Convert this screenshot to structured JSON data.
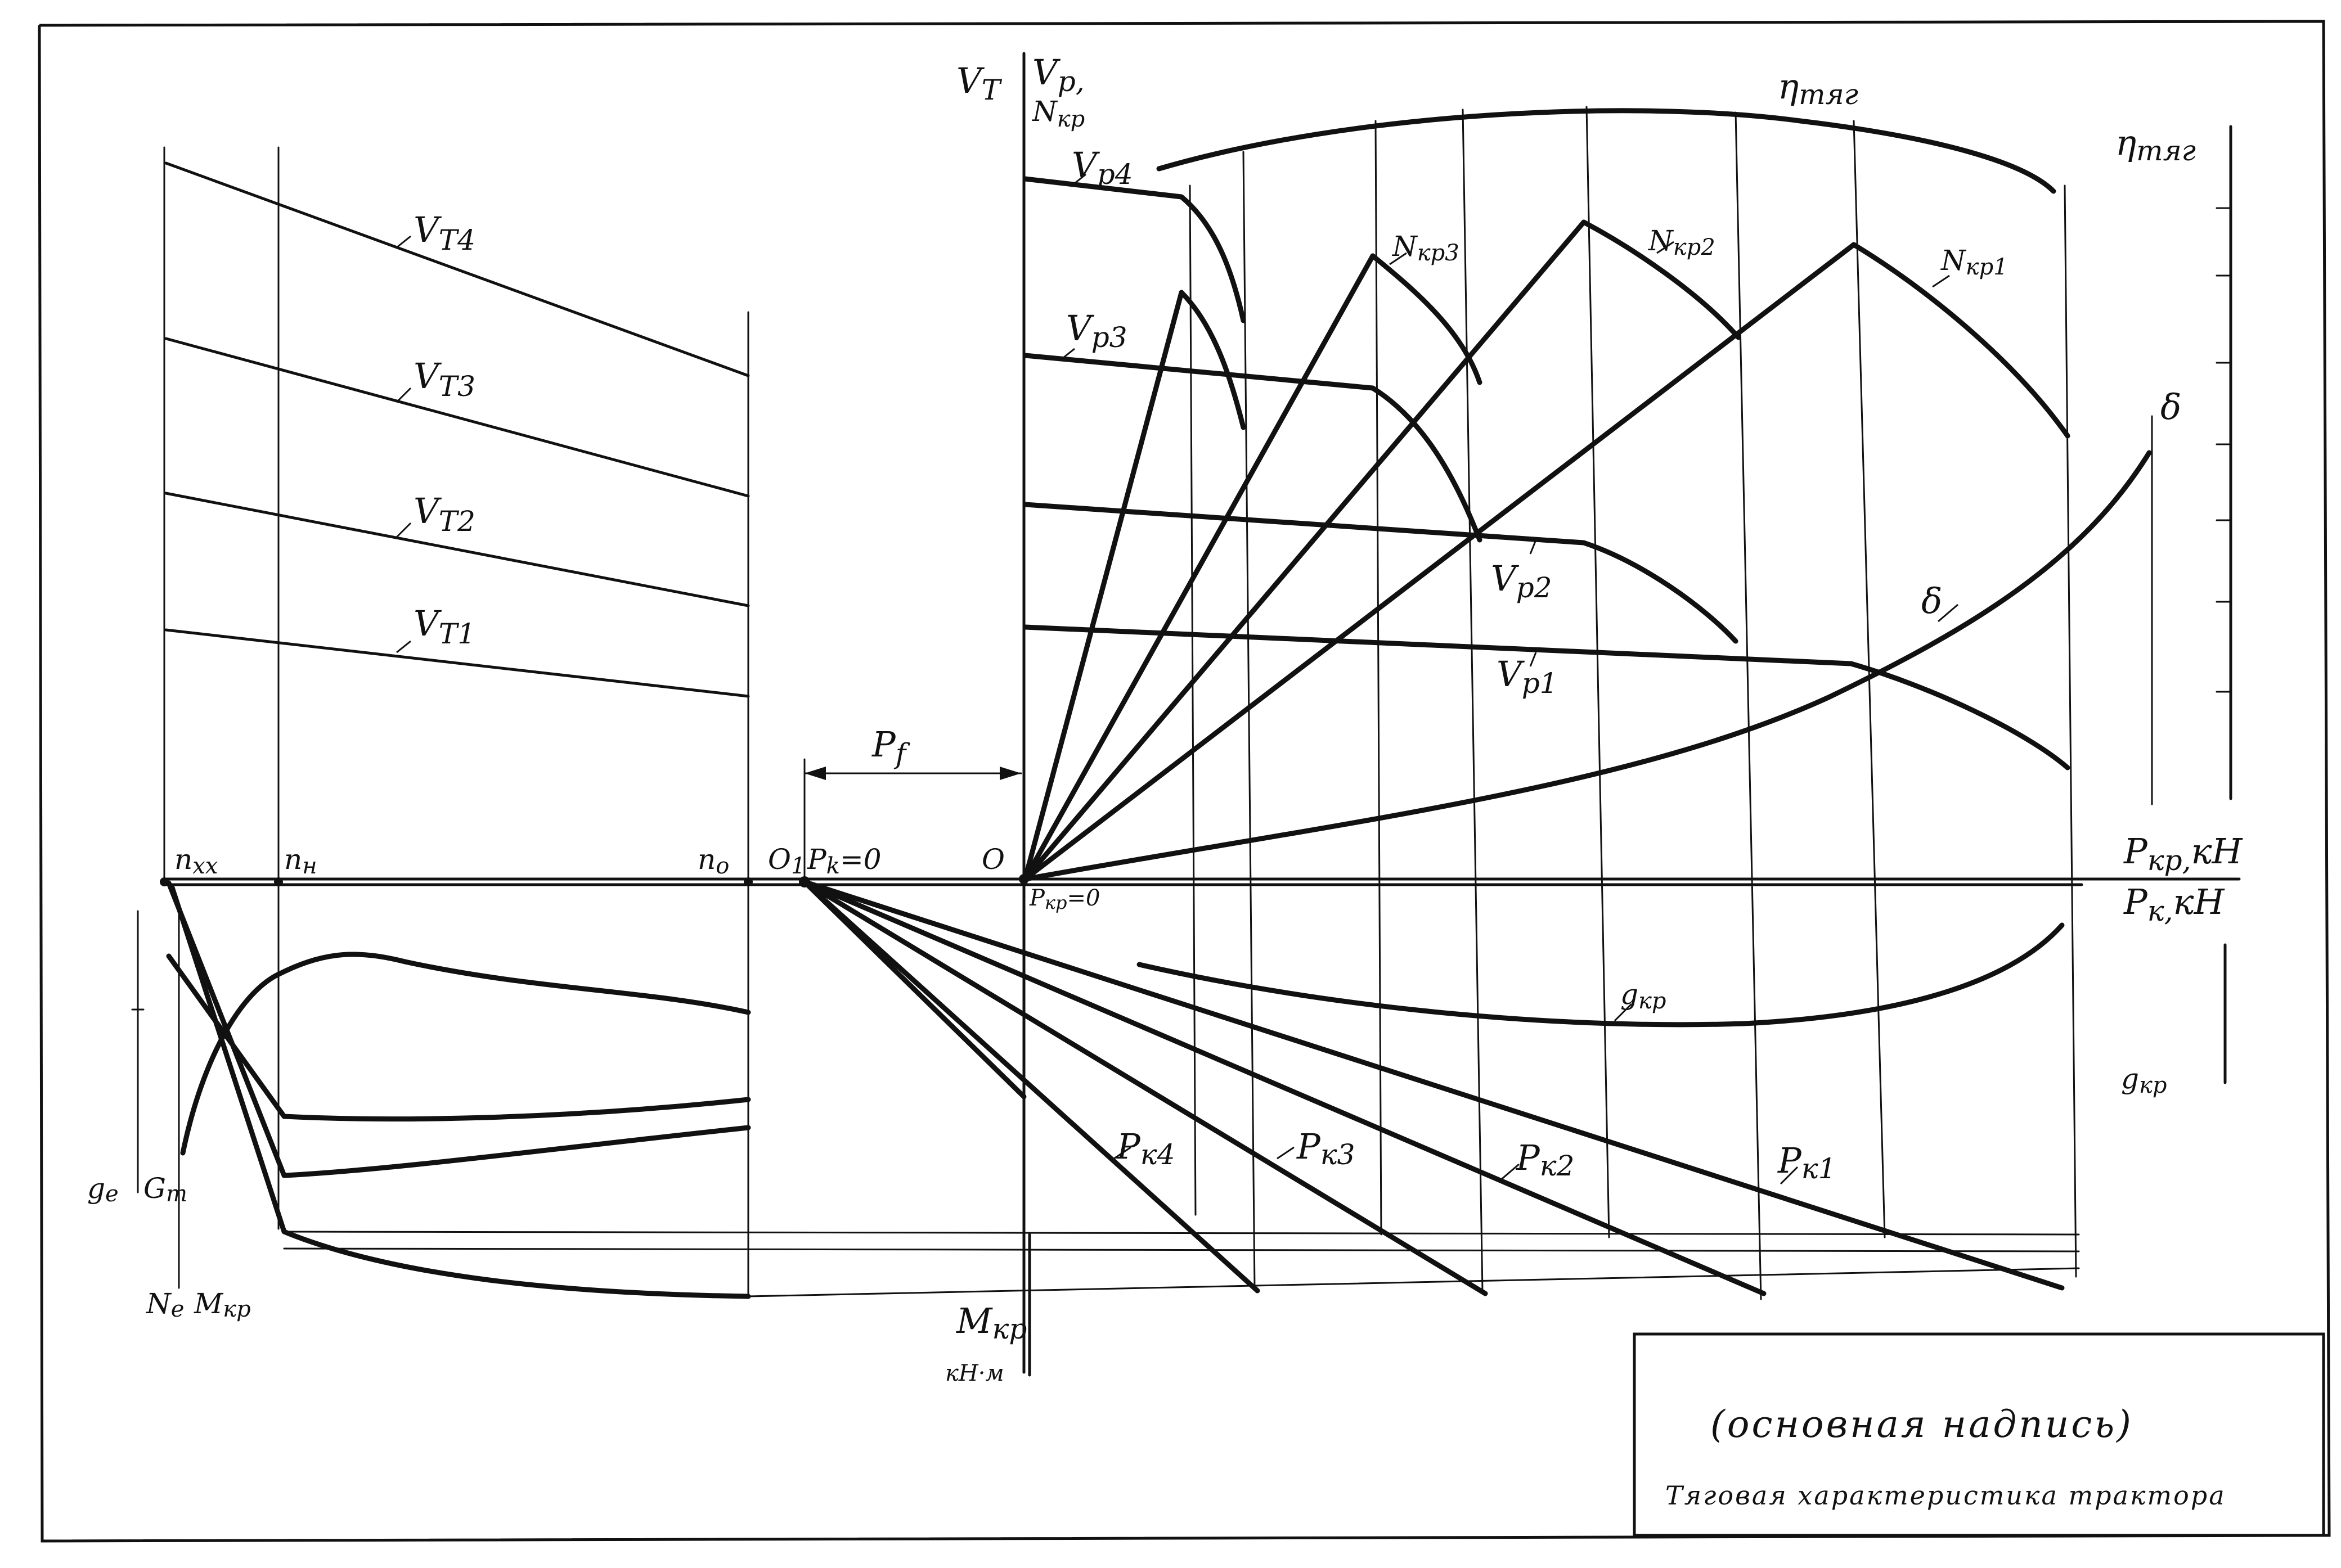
{
  "labels": {
    "vt4": "V",
    "vt4_sub": "T4",
    "vt3": "V",
    "vt3_sub": "T3",
    "vt2": "V",
    "vt2_sub": "T2",
    "vt1": "V",
    "vt1_sub": "T1",
    "axis_vt": "V",
    "axis_vt_sub": "T",
    "axis_vp": "V",
    "axis_vp_sub": "p,",
    "axis_nkp": "N",
    "axis_nkp_sub": "кр",
    "eta_top": "η",
    "eta_top_sub": "тяг",
    "eta_right": "η",
    "eta_right_sub": "тяг",
    "vp4": "V",
    "vp4_sub": "p4",
    "vp3": "V",
    "vp3_sub": "p3",
    "vp2": "V",
    "vp2_sub": "p2",
    "vp1": "V",
    "vp1_sub": "p1",
    "nkp3": "N",
    "nkp3_sub": "кр3",
    "nkp2": "N",
    "nkp2_sub": "кр2",
    "nkp1": "N",
    "nkp1_sub": "кр1",
    "delta_mid": "δ",
    "delta_right": "δ",
    "pf": "P",
    "pf_sub": "f",
    "nxx": "n",
    "nxx_sub": "xx",
    "nh": "n",
    "nh_sub": "н",
    "no": "n",
    "no_sub": "o",
    "o1": "O",
    "o1_sub": "1",
    "pk0": "P",
    "pk0_sub": "k",
    "pk0_tail": "=0",
    "o": "O",
    "pkp0": "P",
    "pkp0_sub": "кр",
    "pkp0_tail": "=0",
    "axis_pkp": "P",
    "axis_pkp_sub": "кр,",
    "axis_pkp_unit": "кН",
    "axis_pk": "P",
    "axis_pk_sub": "к,",
    "axis_pk_unit": "кН",
    "gkp": "g",
    "gkp_sub": "кр",
    "gkp_right": "g",
    "gkp_right_sub": "кр",
    "pk4": "P",
    "pk4_sub": "к4",
    "pk3": "P",
    "pk3_sub": "к3",
    "pk2": "P",
    "pk2_sub": "к2",
    "pk1": "P",
    "pk1_sub": "к1",
    "ge": "g",
    "ge_sub": "e",
    "gt": "G",
    "gt_sub": "т",
    "ne": "N",
    "ne_sub": "e",
    "mkp_left": "M",
    "mkp_left_sub": "кр",
    "mkp_axis": "M",
    "mkp_axis_sub": "кр",
    "mkp_unit": "кН·м"
  },
  "title_block": {
    "main": "(основная надпись)",
    "subtitle": "Тяговая характеристика трактора"
  }
}
